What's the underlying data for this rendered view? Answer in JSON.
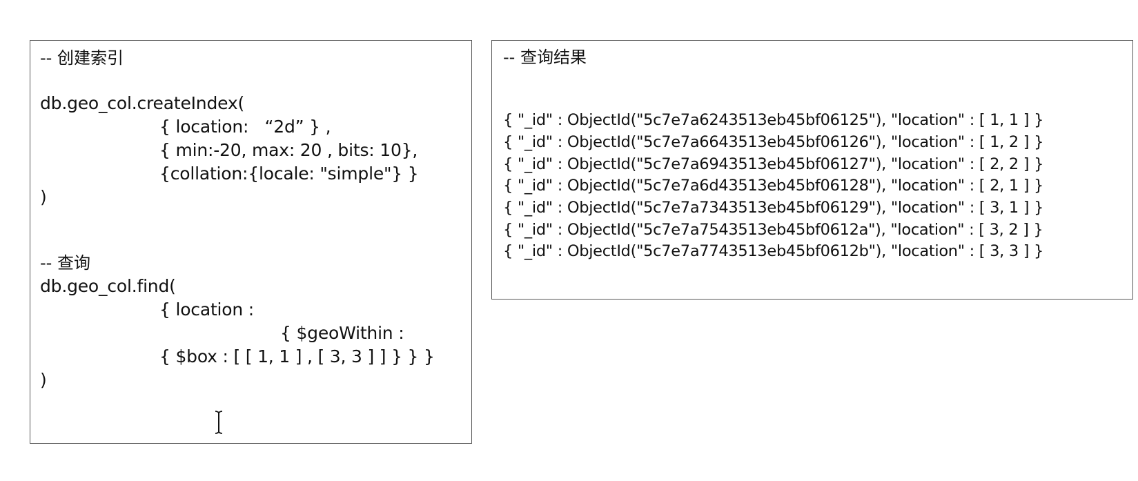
{
  "left_panel": {
    "comment_create_index": "-- 创建索引",
    "create_index_code": [
      "db.geo_col.createIndex(",
      "{ location:   “2d” } ,",
      "{ min:-20, max: 20 , bits: 10},",
      "{collation:{locale: \"simple\"} }",
      ")"
    ],
    "comment_query": "-- 查询",
    "query_code": [
      "db.geo_col.find(",
      "{ location :",
      "{ $geoWithin :",
      "{ $box : [ [ 1, 1 ] , [ 3, 3 ] ] } } }",
      ")"
    ]
  },
  "right_panel": {
    "comment_result": "-- 查询结果",
    "results": [
      "{ \"_id\" : ObjectId(\"5c7e7a6243513eb45bf06125\"), \"location\" : [ 1, 1 ] }",
      "{ \"_id\" : ObjectId(\"5c7e7a6643513eb45bf06126\"), \"location\" : [ 1, 2 ] }",
      "{ \"_id\" : ObjectId(\"5c7e7a6943513eb45bf06127\"), \"location\" : [ 2, 2 ] }",
      "{ \"_id\" : ObjectId(\"5c7e7a6d43513eb45bf06128\"), \"location\" : [ 2, 1 ] }",
      "{ \"_id\" : ObjectId(\"5c7e7a7343513eb45bf06129\"), \"location\" : [ 3, 1 ] }",
      "{ \"_id\" : ObjectId(\"5c7e7a7543513eb45bf0612a\"), \"location\" : [ 3, 2 ] }",
      "{ \"_id\" : ObjectId(\"5c7e7a7743513eb45bf0612b\"), \"location\" : [ 3, 3 ] }"
    ]
  },
  "cursor": {
    "icon": "text-cursor-icon"
  }
}
